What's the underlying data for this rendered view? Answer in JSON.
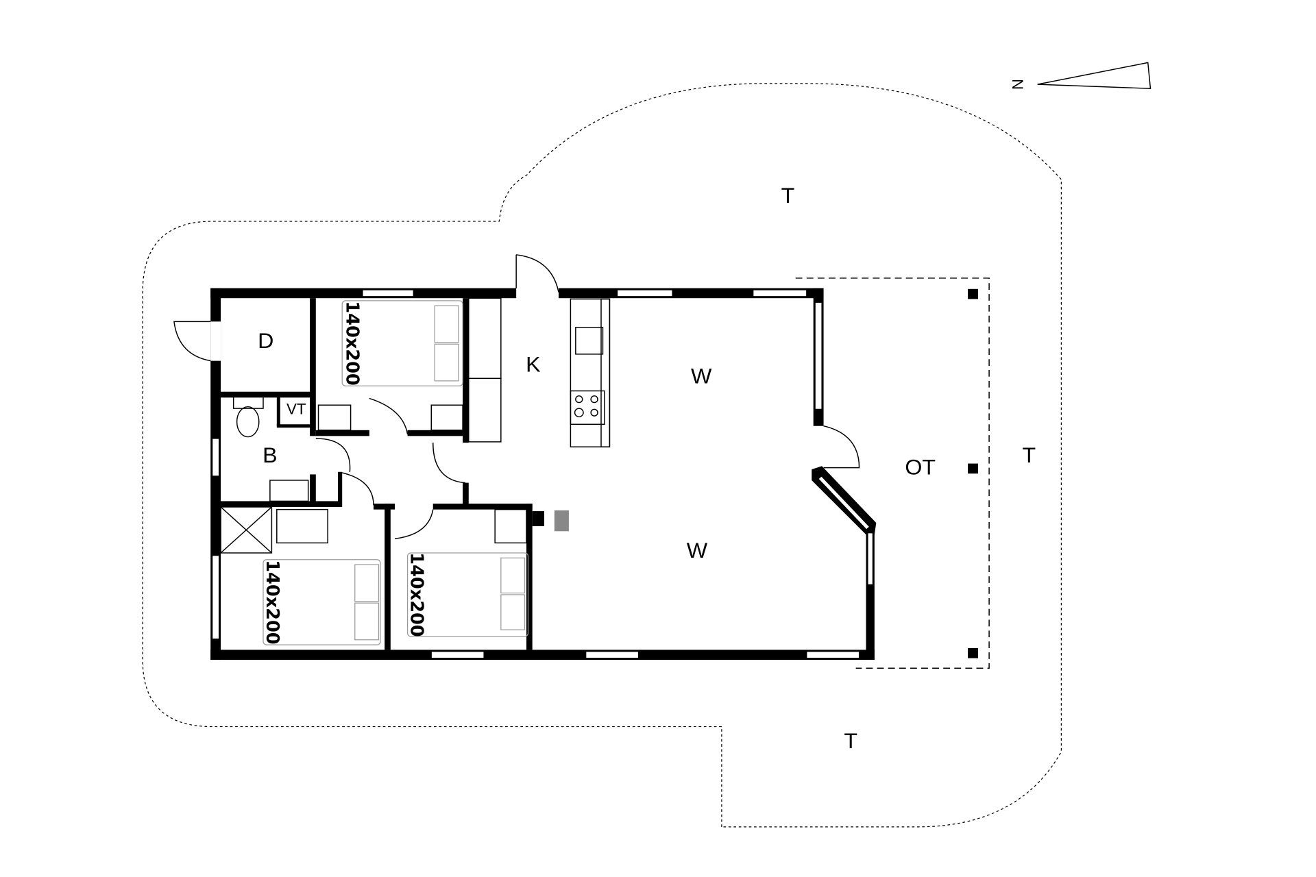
{
  "compass": {
    "label": "N"
  },
  "rooms": {
    "terrace_north": "T",
    "terrace_east": "T",
    "terrace_south": "T",
    "storage": "D",
    "kitchen": "K",
    "living_1": "W",
    "living_2": "W",
    "bathroom": "B",
    "utility": "VT",
    "covered_terrace": "OT"
  },
  "beds": [
    "140x200",
    "140x200",
    "140x200"
  ],
  "colors": {
    "wall": "#000000",
    "background": "#ffffff"
  }
}
